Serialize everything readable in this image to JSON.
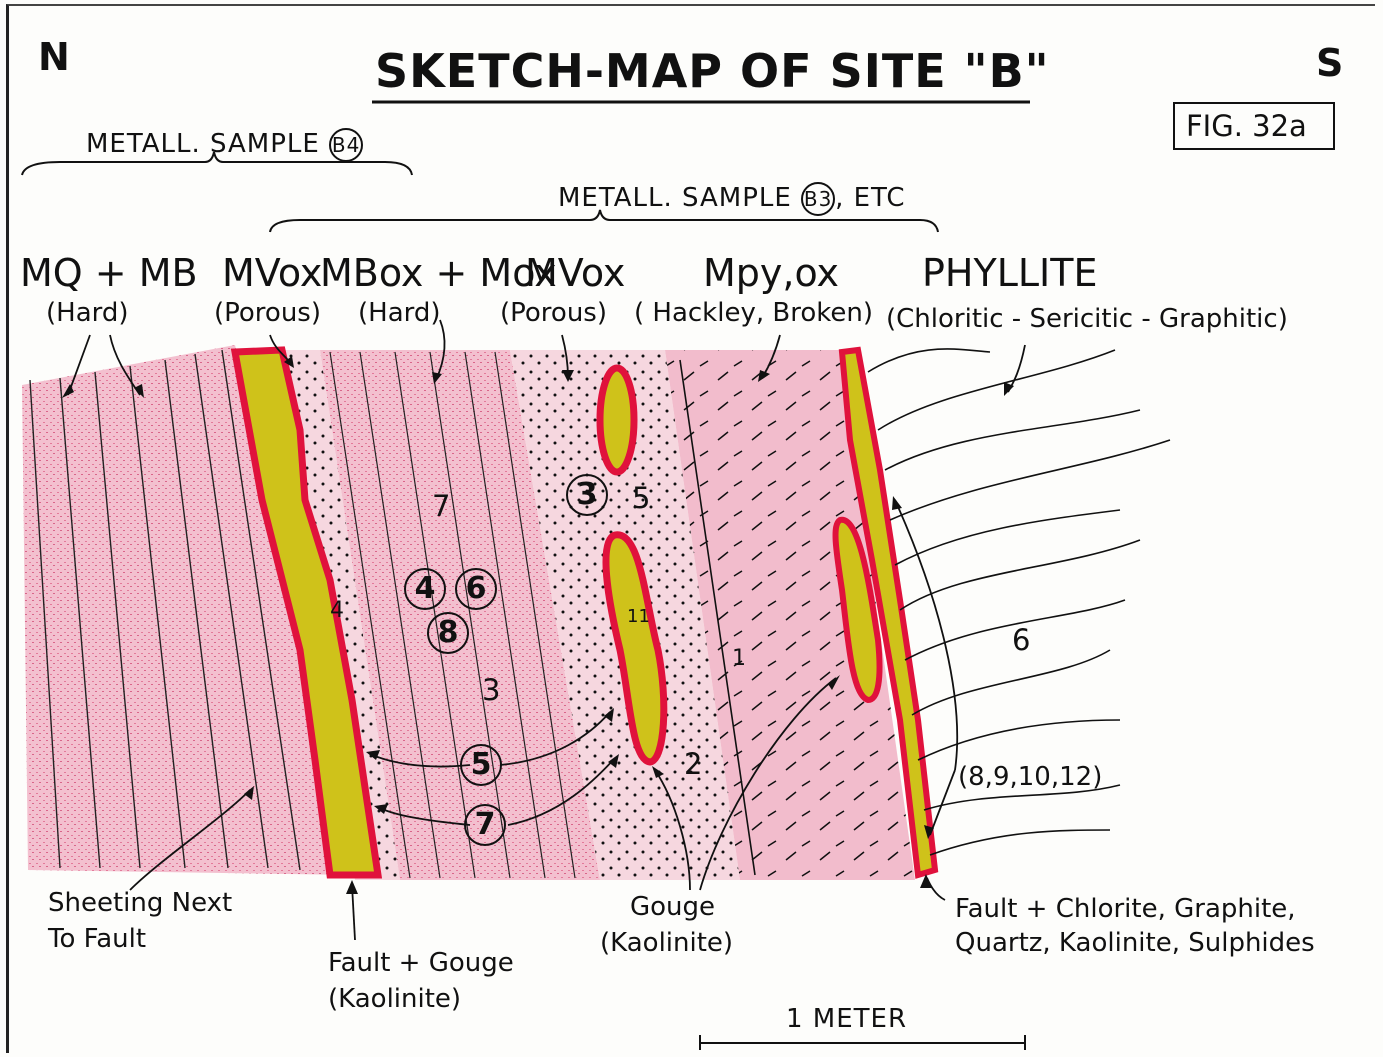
{
  "compass": {
    "north": "N",
    "south": "S"
  },
  "title": "SKETCH-MAP OF SITE \"B\"",
  "figure_label": "FIG. 32a",
  "samples": {
    "b4": {
      "text": "METALL. SAMPLE",
      "tag": "B4"
    },
    "b3": {
      "text": "METALL. SAMPLE",
      "tag": "B3",
      "suffix": ", ETC"
    }
  },
  "units": [
    {
      "main": "MQ + MB",
      "desc": "(Hard)"
    },
    {
      "main": "MVox",
      "desc": "(Porous)"
    },
    {
      "main": "MBox + Mox",
      "desc": "(Hard)"
    },
    {
      "main": "MVox",
      "desc": "(Porous)"
    },
    {
      "main": "Mpy,ox",
      "desc": "( Hackley, Broken)"
    },
    {
      "main": "PHYLLITE",
      "desc": "(Chloritic - Sericitic - Graphitic)"
    }
  ],
  "circled_numbers": [
    "3",
    "4",
    "6",
    "8",
    "5",
    "7"
  ],
  "plain_numbers": [
    "7",
    "4",
    "3",
    "5",
    "11",
    "1",
    "2",
    "6"
  ],
  "annotations": {
    "sheeting": [
      "Sheeting Next",
      "To Fault"
    ],
    "fault_gouge": [
      "Fault + Gouge",
      "(Kaolinite)"
    ],
    "gouge": [
      "Gouge",
      "(Kaolinite)"
    ],
    "fault_chlorite": [
      "Fault + Chlorite, Graphite,",
      "Quartz, Kaolinite, Sulphides"
    ],
    "sample_list": "(8,9,10,12)"
  },
  "scale_bar": {
    "label": "1 METER"
  },
  "colors": {
    "rock_pink": "#e98aa8",
    "seam_red": "#e0123c",
    "seam_yellow": "#cfc21a",
    "ink": "#111111"
  }
}
